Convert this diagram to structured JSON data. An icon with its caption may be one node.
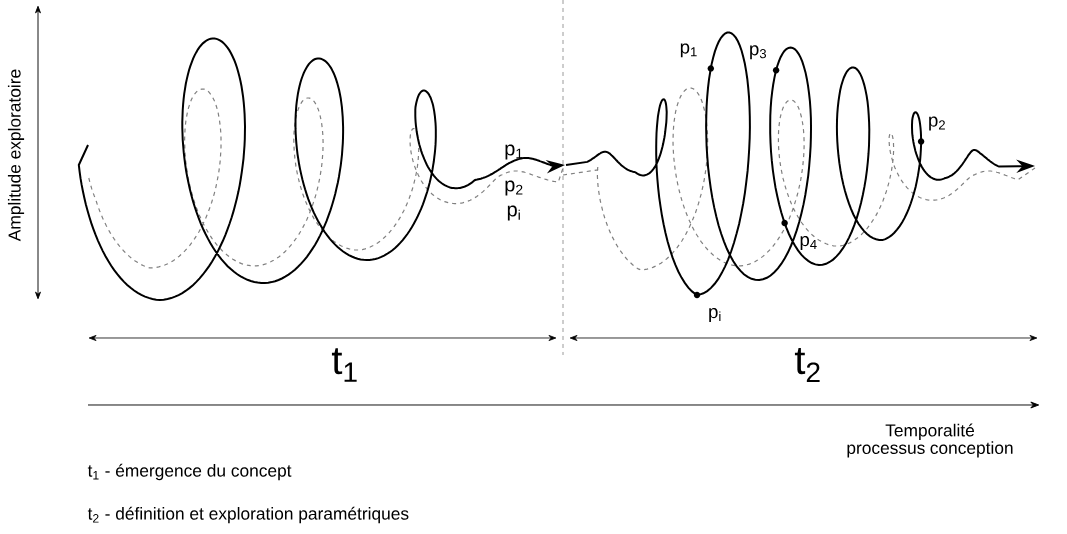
{
  "diagram": {
    "labels": [
      "Amplitude exploratoire",
      "p$_{1}$",
      "p$_{3}$",
      "p$_{2}$",
      "p$_{1}$",
      "p$_{2}$",
      "p$_{i}$",
      "p$_{4}$",
      "p$_{i}$",
      "t$_{1}$",
      "t$_{2}$",
      "Temporalité processus conception",
      "t$_{1}$ - émergence du concept",
      "t$_{2}$ - définition et exploration paramétriques"
    ]
  }
}
